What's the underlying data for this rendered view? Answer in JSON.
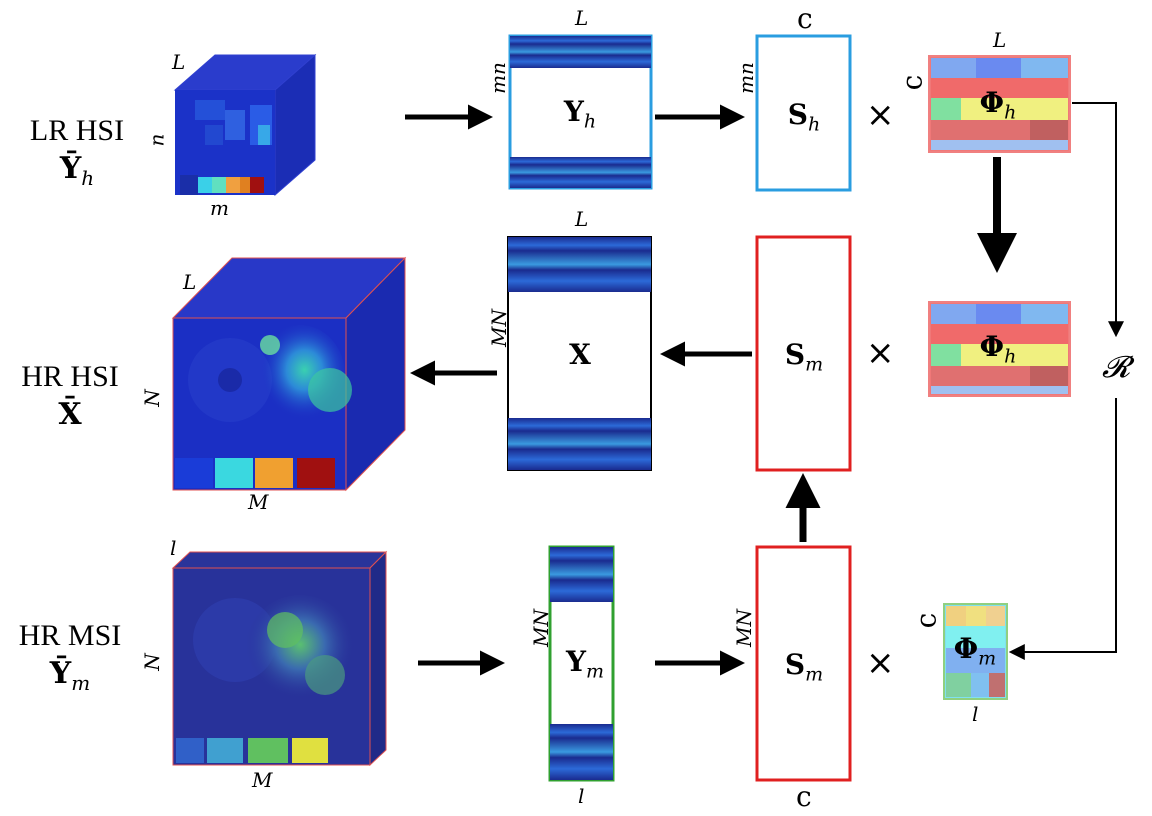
{
  "rows": {
    "lr_hsi": {
      "name": "LR HSI",
      "symbol": "Ȳ",
      "sub": "h"
    },
    "hr_hsi": {
      "name": "HR HSI",
      "symbol": "X̄",
      "sub": ""
    },
    "hr_msi": {
      "name": "HR MSI",
      "symbol": "Ȳ",
      "sub": "m"
    }
  },
  "cubes": {
    "lr": {
      "top": "L",
      "side": "n",
      "bottom": "m"
    },
    "hr": {
      "top": "L",
      "side": "N",
      "bottom": "M"
    },
    "msi": {
      "top": "l",
      "side": "N",
      "bottom": "M"
    }
  },
  "matrices": {
    "Yh": {
      "label": "Y",
      "sub": "h",
      "top": "L",
      "side": "mn"
    },
    "X": {
      "label": "X",
      "sub": "",
      "top": "L",
      "side": "MN"
    },
    "Ym": {
      "label": "Y",
      "sub": "m",
      "side": "MN",
      "bottom": "l"
    },
    "Sh": {
      "label": "S",
      "sub": "h",
      "top": "c",
      "side": "mn"
    },
    "Sm_mid": {
      "label": "S",
      "sub": "m"
    },
    "Sm_bot": {
      "label": "S",
      "sub": "m",
      "side": "MN",
      "bottom": "c"
    },
    "Phi_h_top": {
      "label": "Φ",
      "sub": "h",
      "top": "L",
      "side": "c"
    },
    "Phi_h_mid": {
      "label": "Φ",
      "sub": "h"
    },
    "Phi_m": {
      "label": "Φ",
      "sub": "m",
      "side": "c",
      "bottom": "l"
    }
  },
  "operators": {
    "times": "×",
    "R": "𝓡"
  },
  "colors": {
    "blue_frame": "#2a9de0",
    "red_frame": "#e02020",
    "green_frame": "#30a030",
    "salmon_frame": "#f08080",
    "light_green_frame": "#90d080",
    "cube_blue": "#1b2fc4",
    "cube_dark": "#10198a",
    "msi_blue": "#28329a"
  }
}
